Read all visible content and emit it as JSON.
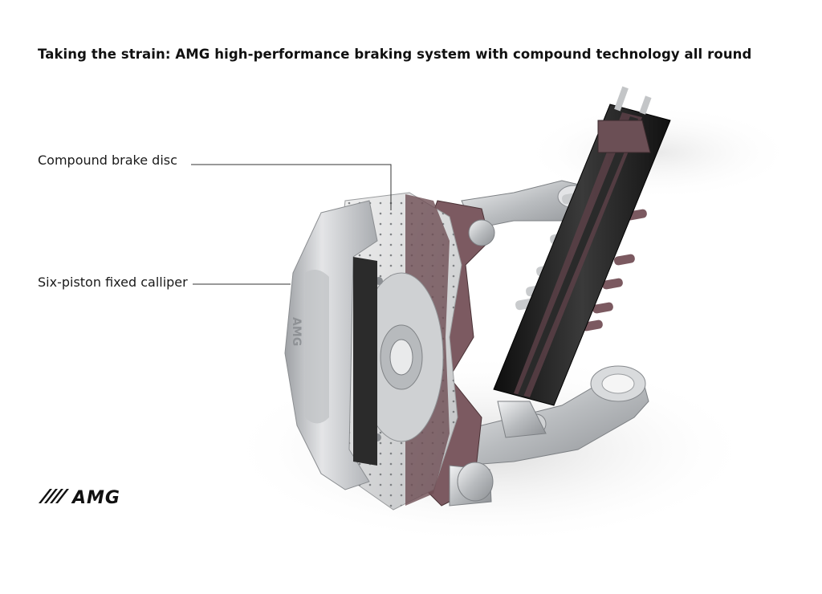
{
  "title": "Taking the strain: AMG high-performance braking system with compound technology all round",
  "callouts": {
    "disc": "Compound brake disc",
    "caliper": "Six-piston fixed calliper"
  },
  "logo": {
    "text": "AMG",
    "icon": "amg-logo-icon"
  },
  "colors": {
    "text": "#111111",
    "aluminium": "#c8cacc",
    "cutaway": "#6e4e54",
    "damper": "#1c1c1c",
    "leader_line": "#333333"
  }
}
